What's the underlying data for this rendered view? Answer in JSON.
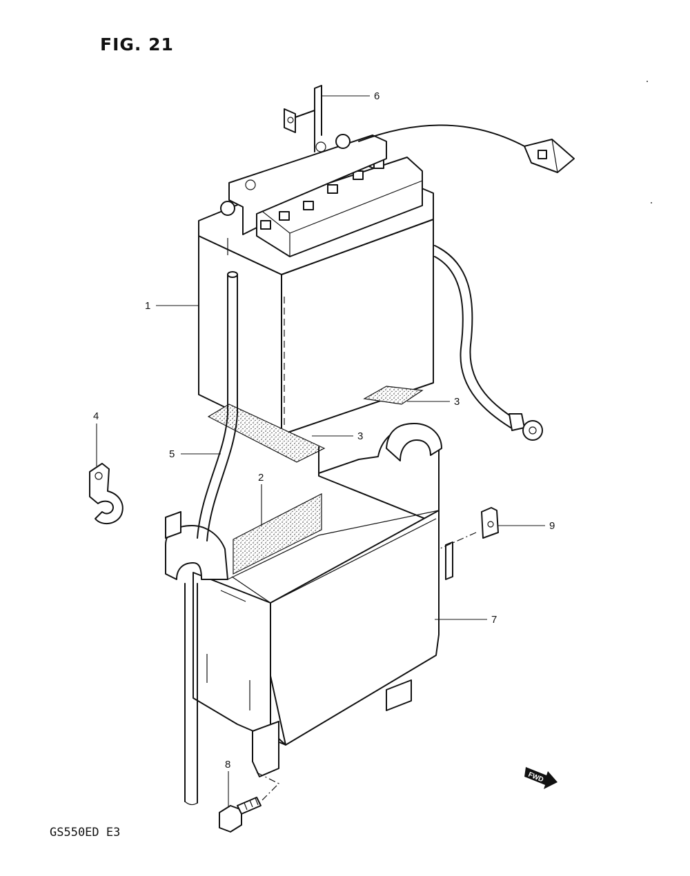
{
  "figure": {
    "title": "FIG. 21",
    "model_code": "GS550ED E3",
    "fwd_label": "FWD"
  },
  "callouts": [
    {
      "id": "1",
      "part": "battery"
    },
    {
      "id": "2",
      "part": "pad"
    },
    {
      "id": "3",
      "part": "pad"
    },
    {
      "id": "3",
      "part": "pad"
    },
    {
      "id": "4",
      "part": "clamp"
    },
    {
      "id": "5",
      "part": "breather-hose"
    },
    {
      "id": "6",
      "part": "battery-holder"
    },
    {
      "id": "7",
      "part": "battery-case"
    },
    {
      "id": "8",
      "part": "bolt"
    },
    {
      "id": "9",
      "part": "nut"
    }
  ],
  "colors": {
    "ink": "#111111",
    "paper": "#ffffff"
  }
}
